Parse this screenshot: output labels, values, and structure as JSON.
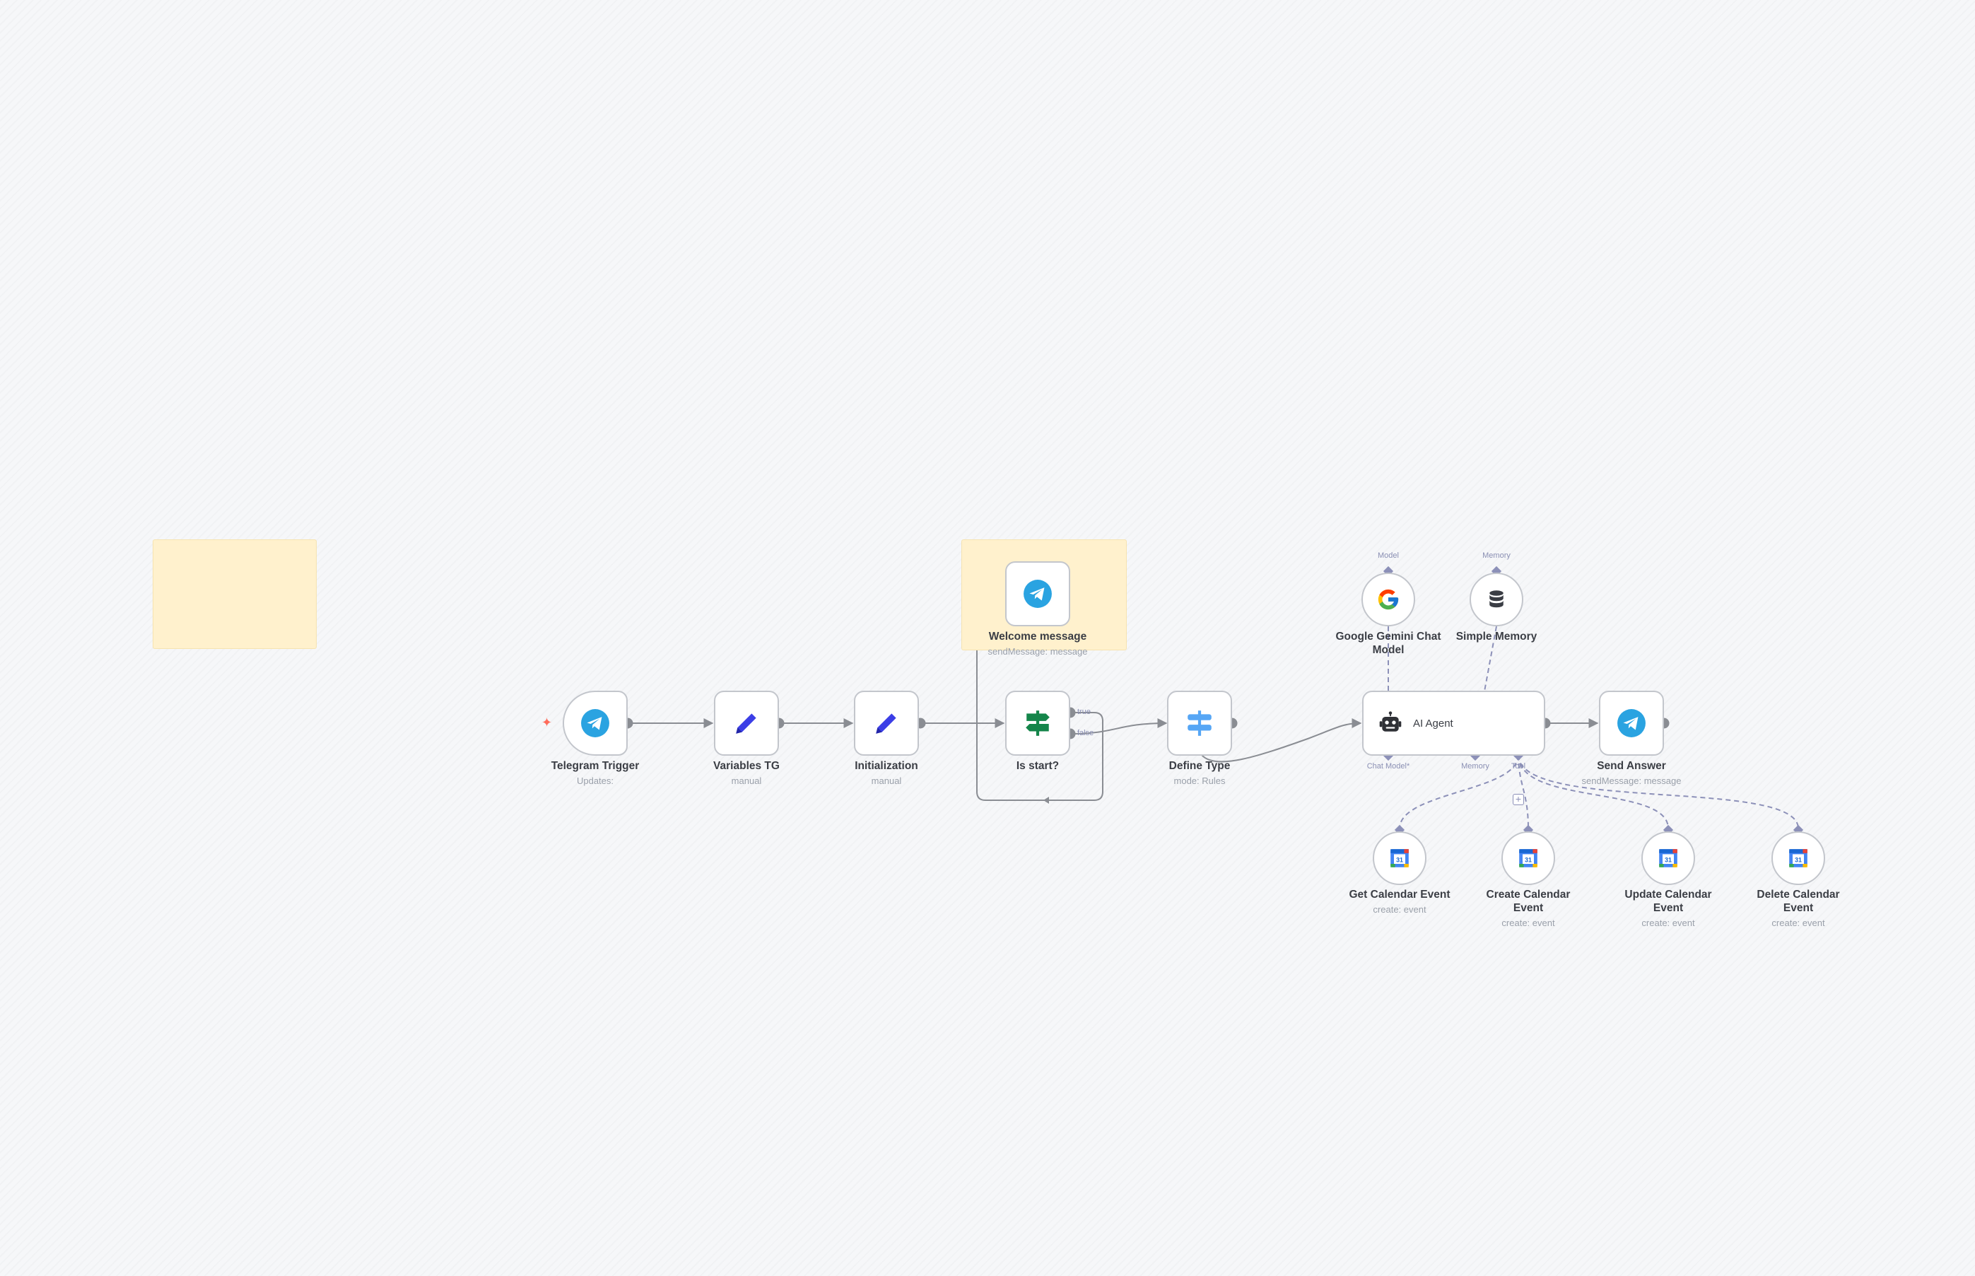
{
  "canvas": {
    "background": "#f6f7f9",
    "sticky_color": "#fff1cd",
    "connection_color": "#8a8d93",
    "sub_connection_color": "#8c90b8"
  },
  "nodes": {
    "telegram_trigger": {
      "label": "Telegram Trigger",
      "subtitle": "Updates:",
      "icon": "telegram-icon"
    },
    "variables_tg": {
      "label": "Variables TG",
      "subtitle": "manual",
      "icon": "pencil-icon"
    },
    "initialization": {
      "label": "Initialization",
      "subtitle": "manual",
      "icon": "pencil-icon"
    },
    "welcome_message": {
      "label": "Welcome message",
      "subtitle": "sendMessage: message",
      "icon": "telegram-icon"
    },
    "is_start": {
      "label": "Is start?",
      "icon": "signpost-icon",
      "outputs": [
        "true",
        "false"
      ]
    },
    "define_type": {
      "label": "Define Type",
      "subtitle": "mode: Rules",
      "icon": "switch-icon"
    },
    "ai_agent": {
      "label": "AI Agent",
      "icon": "robot-icon",
      "ports": [
        "Chat Model*",
        "Memory",
        "Tool"
      ]
    },
    "send_answer": {
      "label": "Send Answer",
      "subtitle": "sendMessage: message",
      "icon": "telegram-icon"
    },
    "gemini": {
      "label": "Google Gemini Chat Model",
      "port_label": "Model",
      "icon": "google-icon"
    },
    "memory": {
      "label": "Simple Memory",
      "port_label": "Memory",
      "icon": "database-icon"
    },
    "get_event": {
      "label": "Get Calendar Event",
      "subtitle": "create: event",
      "icon": "calendar-icon"
    },
    "create_event": {
      "label": "Create Calendar Event",
      "subtitle": "create: event",
      "icon": "calendar-icon"
    },
    "update_event": {
      "label": "Update Calendar Event",
      "subtitle": "create: event",
      "icon": "calendar-icon"
    },
    "delete_event": {
      "label": "Delete Calendar Event",
      "subtitle": "create: event",
      "icon": "calendar-icon"
    }
  }
}
